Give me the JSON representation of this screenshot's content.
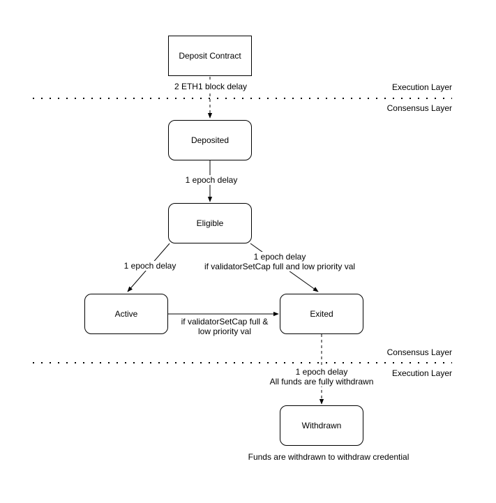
{
  "diagram": {
    "colors": {
      "stroke": "#000000",
      "fill": "#ffffff",
      "text": "#000000"
    },
    "nodes": [
      {
        "id": "deposit-contract",
        "label": "Deposit Contract",
        "shape": "rect"
      },
      {
        "id": "deposited",
        "label": "Deposited",
        "shape": "rounded"
      },
      {
        "id": "eligible",
        "label": "Eligible",
        "shape": "rounded"
      },
      {
        "id": "active",
        "label": "Active",
        "shape": "rounded"
      },
      {
        "id": "exited",
        "label": "Exited",
        "shape": "rounded"
      },
      {
        "id": "withdrawn",
        "label": "Withdrawn",
        "shape": "rounded"
      }
    ],
    "edges": [
      {
        "from": "deposit-contract",
        "to": "deposited",
        "style": "dashed",
        "label": "2 ETH1 block delay"
      },
      {
        "from": "deposited",
        "to": "eligible",
        "style": "solid",
        "label": "1 epoch delay"
      },
      {
        "from": "eligible",
        "to": "active",
        "style": "solid",
        "label": "1 epoch delay"
      },
      {
        "from": "eligible",
        "to": "exited",
        "style": "solid",
        "label": "1 epoch delay\nif validatorSetCap full and low priority val"
      },
      {
        "from": "active",
        "to": "exited",
        "style": "solid",
        "label": "if validatorSetCap full &\nlow priority val"
      },
      {
        "from": "exited",
        "to": "withdrawn",
        "style": "dashed",
        "label": "1 epoch delay\nAll funds are fully withdrawn"
      }
    ],
    "separators": [
      {
        "above": "Execution Layer",
        "below": "Consensus Layer"
      },
      {
        "above": "Consensus Layer",
        "below": "Execution Layer"
      }
    ],
    "caption": "Funds are withdrawn to withdraw credential"
  }
}
